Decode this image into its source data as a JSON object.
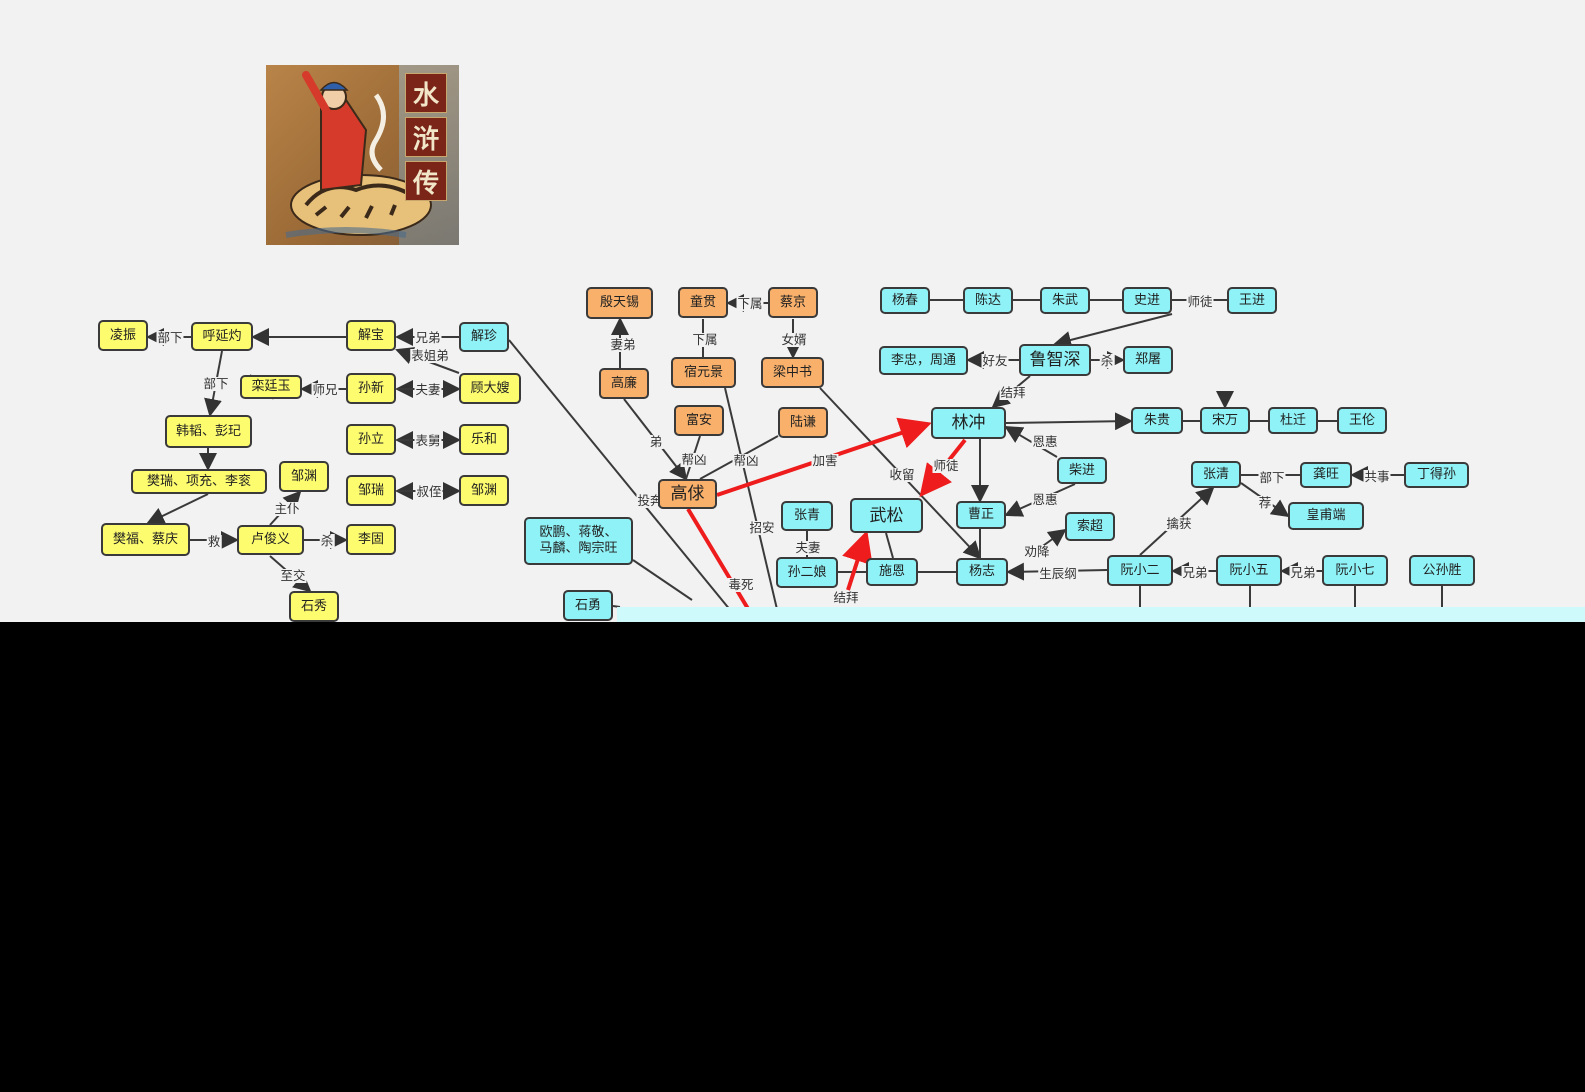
{
  "cover": {
    "title_chars": [
      "水",
      "浒",
      "传"
    ]
  },
  "nodes": [
    {
      "id": "lingzhen",
      "label": "凌振",
      "color": "yellow"
    },
    {
      "id": "huyanzhuo",
      "label": "呼延灼",
      "color": "yellow"
    },
    {
      "id": "xiebao",
      "label": "解宝",
      "color": "yellow"
    },
    {
      "id": "xiezhen",
      "label": "解珍",
      "color": "cyan"
    },
    {
      "id": "luantingyu",
      "label": "栾廷玉",
      "color": "yellow"
    },
    {
      "id": "sunxin",
      "label": "孙新",
      "color": "yellow"
    },
    {
      "id": "gudasao",
      "label": "顾大嫂",
      "color": "yellow"
    },
    {
      "id": "hantao",
      "label": "韩韬、彭玘",
      "color": "yellow"
    },
    {
      "id": "sunli",
      "label": "孙立",
      "color": "yellow"
    },
    {
      "id": "yuehe",
      "label": "乐和",
      "color": "yellow"
    },
    {
      "id": "fanrui",
      "label": "樊瑞、项充、李衮",
      "color": "yellow"
    },
    {
      "id": "zouyuan_a",
      "label": "邹渊",
      "color": "yellow"
    },
    {
      "id": "zourun",
      "label": "邹瑞",
      "color": "yellow"
    },
    {
      "id": "zouyuan_b",
      "label": "邹渊",
      "color": "yellow"
    },
    {
      "id": "fanfu",
      "label": "樊福、蔡庆",
      "color": "yellow"
    },
    {
      "id": "lujunyi",
      "label": "卢俊义",
      "color": "yellow"
    },
    {
      "id": "ligu",
      "label": "李固",
      "color": "yellow"
    },
    {
      "id": "shixiu",
      "label": "石秀",
      "color": "yellow"
    },
    {
      "id": "yintianxi",
      "label": "殷天锡",
      "color": "orange"
    },
    {
      "id": "tongguan",
      "label": "童贯",
      "color": "orange"
    },
    {
      "id": "caijing",
      "label": "蔡京",
      "color": "orange"
    },
    {
      "id": "gaolian",
      "label": "高廉",
      "color": "orange"
    },
    {
      "id": "suyuanjing",
      "label": "宿元景",
      "color": "orange"
    },
    {
      "id": "liangzhongshu",
      "label": "梁中书",
      "color": "orange"
    },
    {
      "id": "fuan",
      "label": "富安",
      "color": "orange"
    },
    {
      "id": "luqian",
      "label": "陆谦",
      "color": "orange"
    },
    {
      "id": "gaoqiu",
      "label": "高俅",
      "color": "orange"
    },
    {
      "id": "oupeng",
      "label": "欧鹏、蒋敬、\n马麟、陶宗旺",
      "color": "cyan"
    },
    {
      "id": "shiyong",
      "label": "石勇",
      "color": "cyan"
    },
    {
      "id": "yangchun",
      "label": "杨春",
      "color": "cyan"
    },
    {
      "id": "chenda",
      "label": "陈达",
      "color": "cyan"
    },
    {
      "id": "zhuwu",
      "label": "朱武",
      "color": "cyan"
    },
    {
      "id": "shijin",
      "label": "史进",
      "color": "cyan"
    },
    {
      "id": "wangjin",
      "label": "王进",
      "color": "cyan"
    },
    {
      "id": "lizhong",
      "label": "李忠，周通",
      "color": "cyan"
    },
    {
      "id": "luzhishen",
      "label": "鲁智深",
      "color": "cyan"
    },
    {
      "id": "zhengtu",
      "label": "郑屠",
      "color": "cyan"
    },
    {
      "id": "linchong",
      "label": "林冲",
      "color": "cyan"
    },
    {
      "id": "zhugui",
      "label": "朱贵",
      "color": "cyan"
    },
    {
      "id": "songwan",
      "label": "宋万",
      "color": "cyan"
    },
    {
      "id": "duqian",
      "label": "杜迁",
      "color": "cyan"
    },
    {
      "id": "wanglun",
      "label": "王伦",
      "color": "cyan"
    },
    {
      "id": "chaijin",
      "label": "柴进",
      "color": "cyan"
    },
    {
      "id": "zhangqing",
      "label": "张青",
      "color": "cyan"
    },
    {
      "id": "wusong",
      "label": "武松",
      "color": "cyan"
    },
    {
      "id": "caozheng",
      "label": "曹正",
      "color": "cyan"
    },
    {
      "id": "suochao",
      "label": "索超",
      "color": "cyan"
    },
    {
      "id": "zhangqing2",
      "label": "张清",
      "color": "cyan"
    },
    {
      "id": "gongwang",
      "label": "龚旺",
      "color": "cyan"
    },
    {
      "id": "dingdesun",
      "label": "丁得孙",
      "color": "cyan"
    },
    {
      "id": "huangfuduan",
      "label": "皇甫端",
      "color": "cyan"
    },
    {
      "id": "sunerniang",
      "label": "孙二娘",
      "color": "cyan"
    },
    {
      "id": "shien",
      "label": "施恩",
      "color": "cyan"
    },
    {
      "id": "yangzhi",
      "label": "杨志",
      "color": "cyan"
    },
    {
      "id": "ruanxiaoer",
      "label": "阮小二",
      "color": "cyan"
    },
    {
      "id": "ruanxiaowu",
      "label": "阮小五",
      "color": "cyan"
    },
    {
      "id": "ruanxiaoqi",
      "label": "阮小七",
      "color": "cyan"
    },
    {
      "id": "gongsunsheng",
      "label": "公孙胜",
      "color": "cyan"
    }
  ],
  "edge_labels": [
    "部下",
    "兄弟",
    "表姐弟",
    "部下",
    "师兄",
    "夫妻",
    "表舅",
    "叔侄",
    "主仆",
    "救",
    "杀",
    "至交",
    "妻弟",
    "下属",
    "下属",
    "女婿",
    "弟",
    "帮凶",
    "帮凶",
    "投奔",
    "加害",
    "收留",
    "招安",
    "毒死",
    "夫妻",
    "结拜",
    "师徒",
    "好友",
    "杀",
    "结拜",
    "恩惠",
    "恩惠",
    "劝降",
    "生辰纲",
    "师徒",
    "部下",
    "共事",
    "荐",
    "擒获",
    "兄弟",
    "兄弟"
  ]
}
